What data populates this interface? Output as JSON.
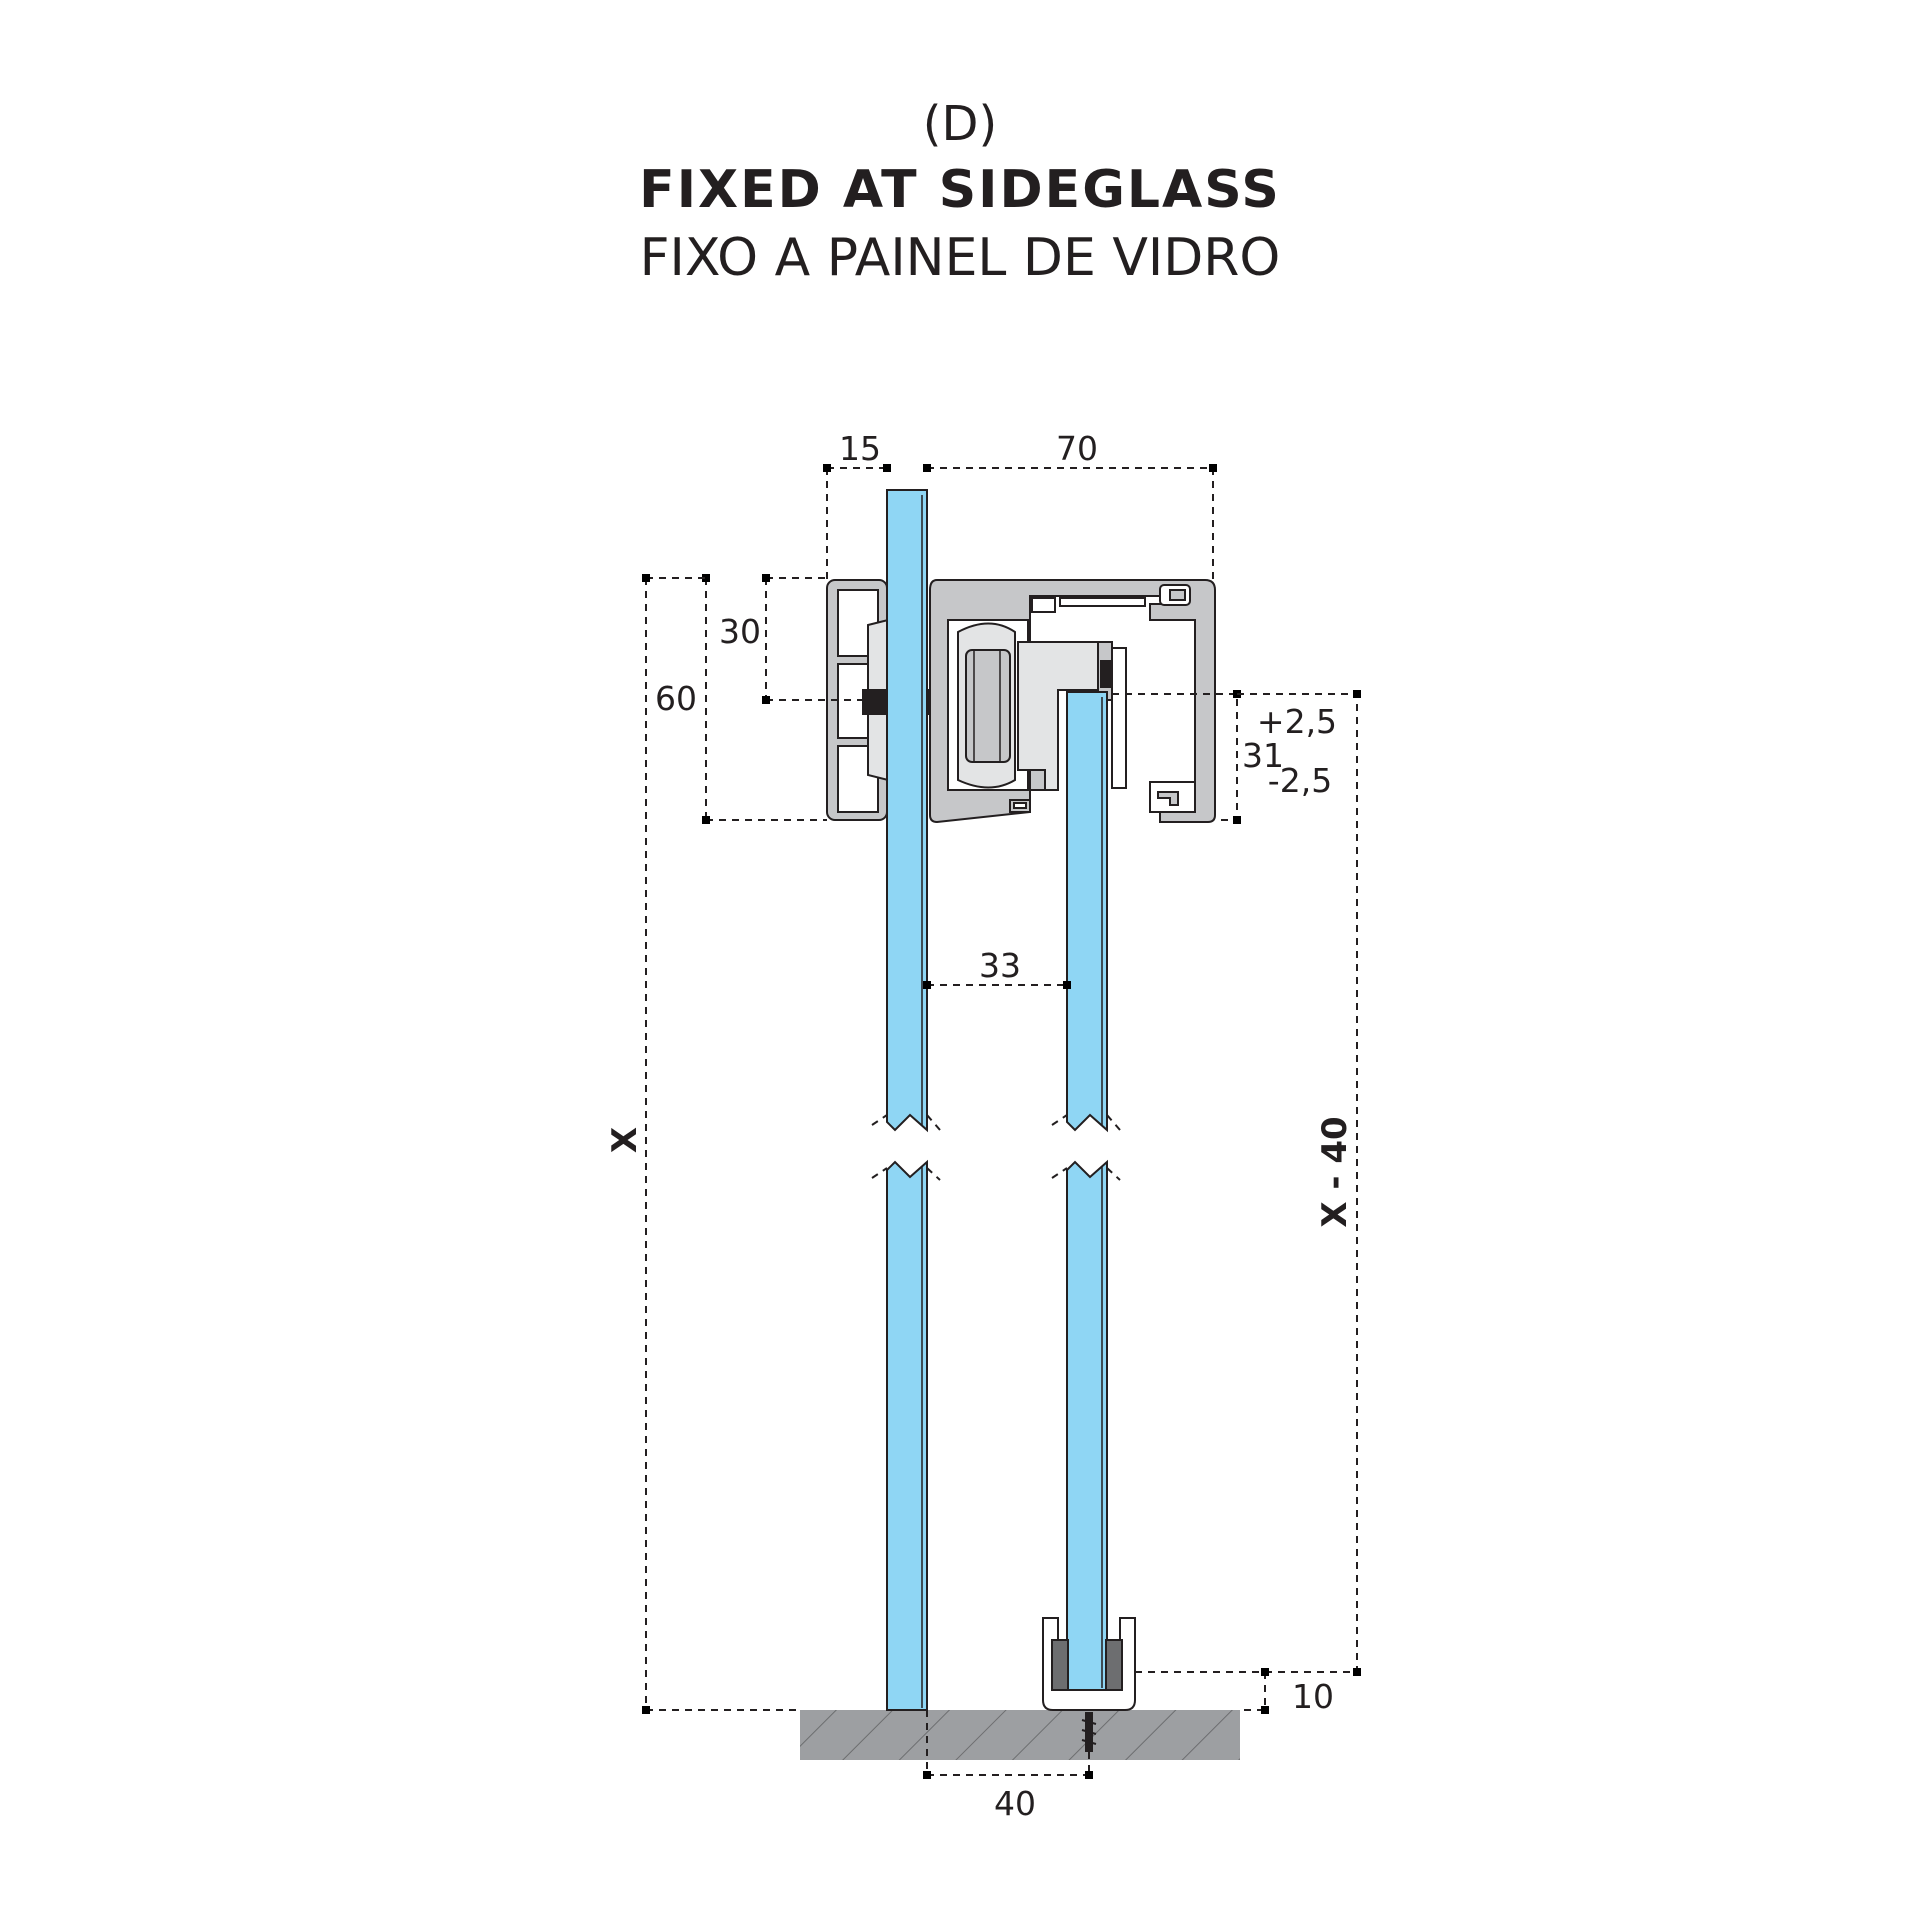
{
  "header": {
    "code": "(D)",
    "title_en": "FIXED AT SIDEGLASS",
    "title_pt": "FIXO A PAINEL DE VIDRO"
  },
  "dimensions": {
    "d15": "15",
    "d70": "70",
    "d30": "30",
    "d60": "60",
    "plus": "+2,5",
    "d31": "31",
    "minus": "-2,5",
    "d33": "33",
    "x": "X",
    "x40": "X - 40",
    "d10": "10",
    "d40": "40"
  },
  "colors": {
    "glass": "#8fd6f4",
    "aluminium": "#c6c7c9",
    "floor": "#9d9fa2",
    "line": "#231f20"
  }
}
